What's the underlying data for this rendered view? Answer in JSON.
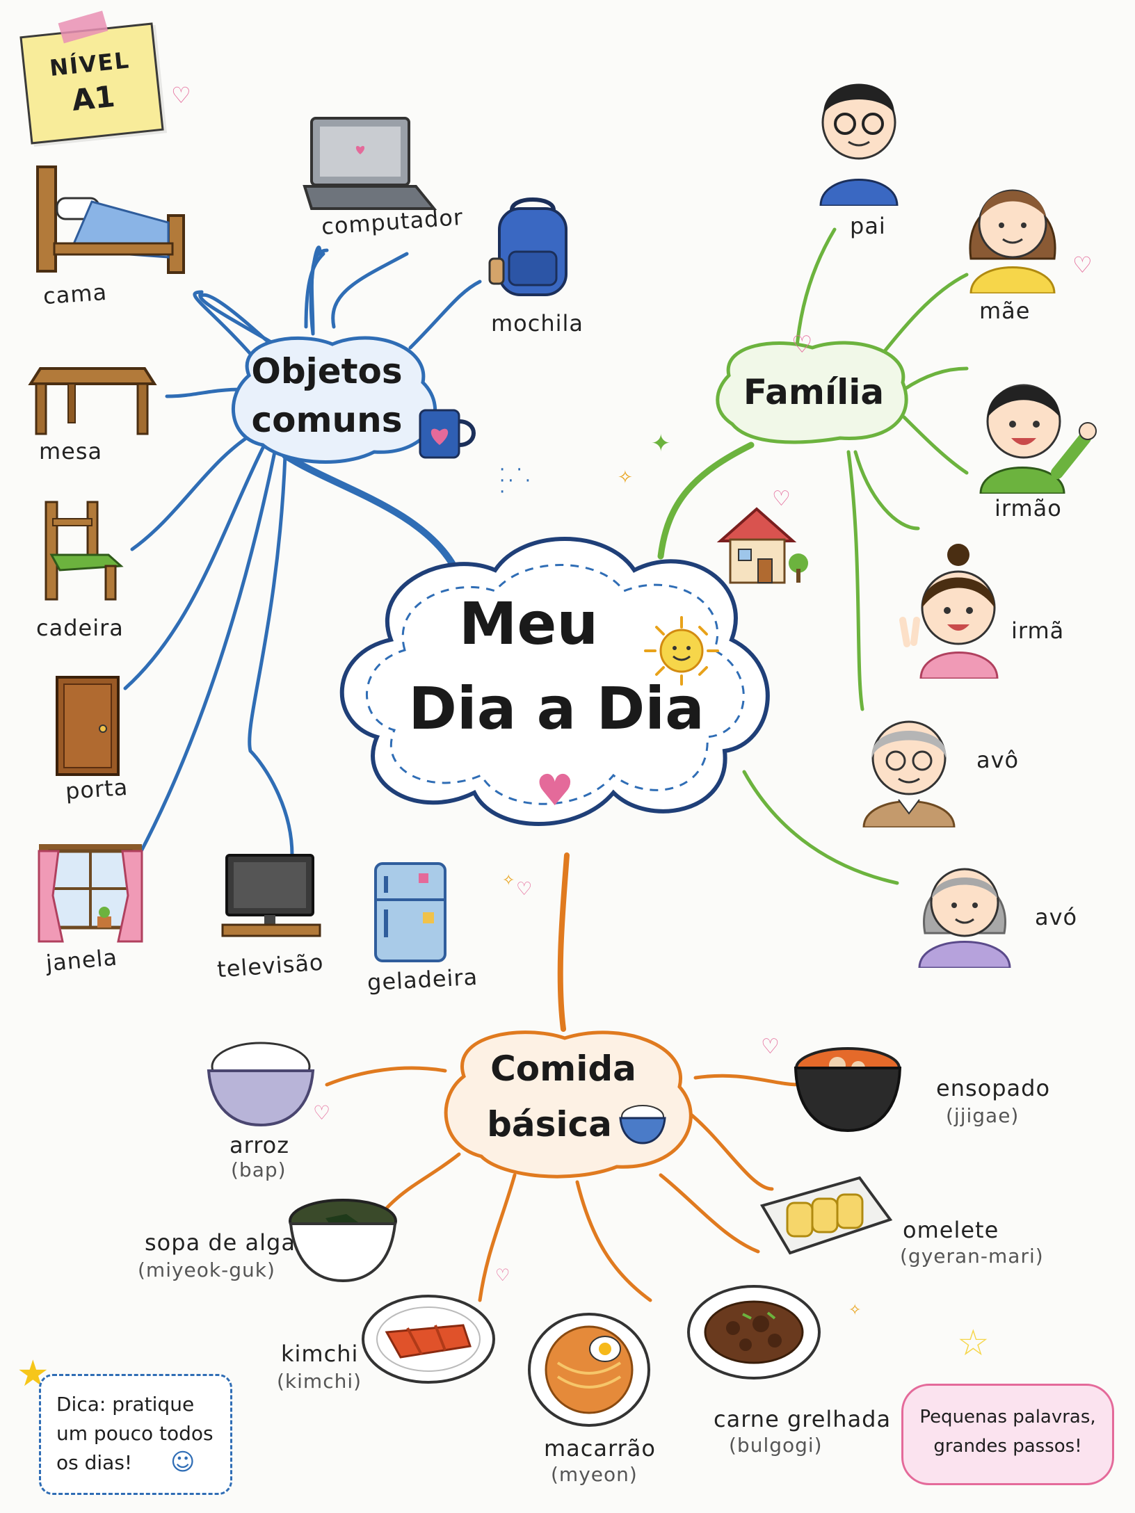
{
  "level_note": {
    "line1": "NÍVEL",
    "line2": "A1"
  },
  "center": {
    "line1": "Meu",
    "line2": "Dia a Dia"
  },
  "branches": {
    "objetos": {
      "title_line1": "Objetos",
      "title_line2": "comuns",
      "items": [
        "computador",
        "mochila",
        "cama",
        "mesa",
        "cadeira",
        "porta",
        "janela",
        "televisão",
        "geladeira"
      ]
    },
    "familia": {
      "title": "Família",
      "items": [
        "pai",
        "mãe",
        "irmão",
        "irmã",
        "avô",
        "avó"
      ]
    },
    "comida": {
      "title_line1": "Comida",
      "title_line2": "básica",
      "items": [
        {
          "pt": "arroz",
          "ko": "(bap)"
        },
        {
          "pt": "sopa de alga",
          "ko": "(miyeok-guk)"
        },
        {
          "pt": "kimchi",
          "ko": "(kimchi)"
        },
        {
          "pt": "macarrão",
          "ko": "(myeon)"
        },
        {
          "pt": "carne grelhada",
          "ko": "(bulgogi)"
        },
        {
          "pt": "omelete",
          "ko": "(gyeran-mari)"
        },
        {
          "pt": "ensopado",
          "ko": "(jjigae)"
        }
      ]
    }
  },
  "tip": {
    "line1": "Dica: pratique",
    "line2": "um pouco todos",
    "line3": "os dias!"
  },
  "bubble": {
    "line1": "Pequenas palavras,",
    "line2": "grandes passos!"
  },
  "colors": {
    "blue": "#2f6db5",
    "green": "#6cb33e",
    "orange": "#e07a1f",
    "pink": "#e46a9a",
    "yellow": "#f6d64a"
  }
}
